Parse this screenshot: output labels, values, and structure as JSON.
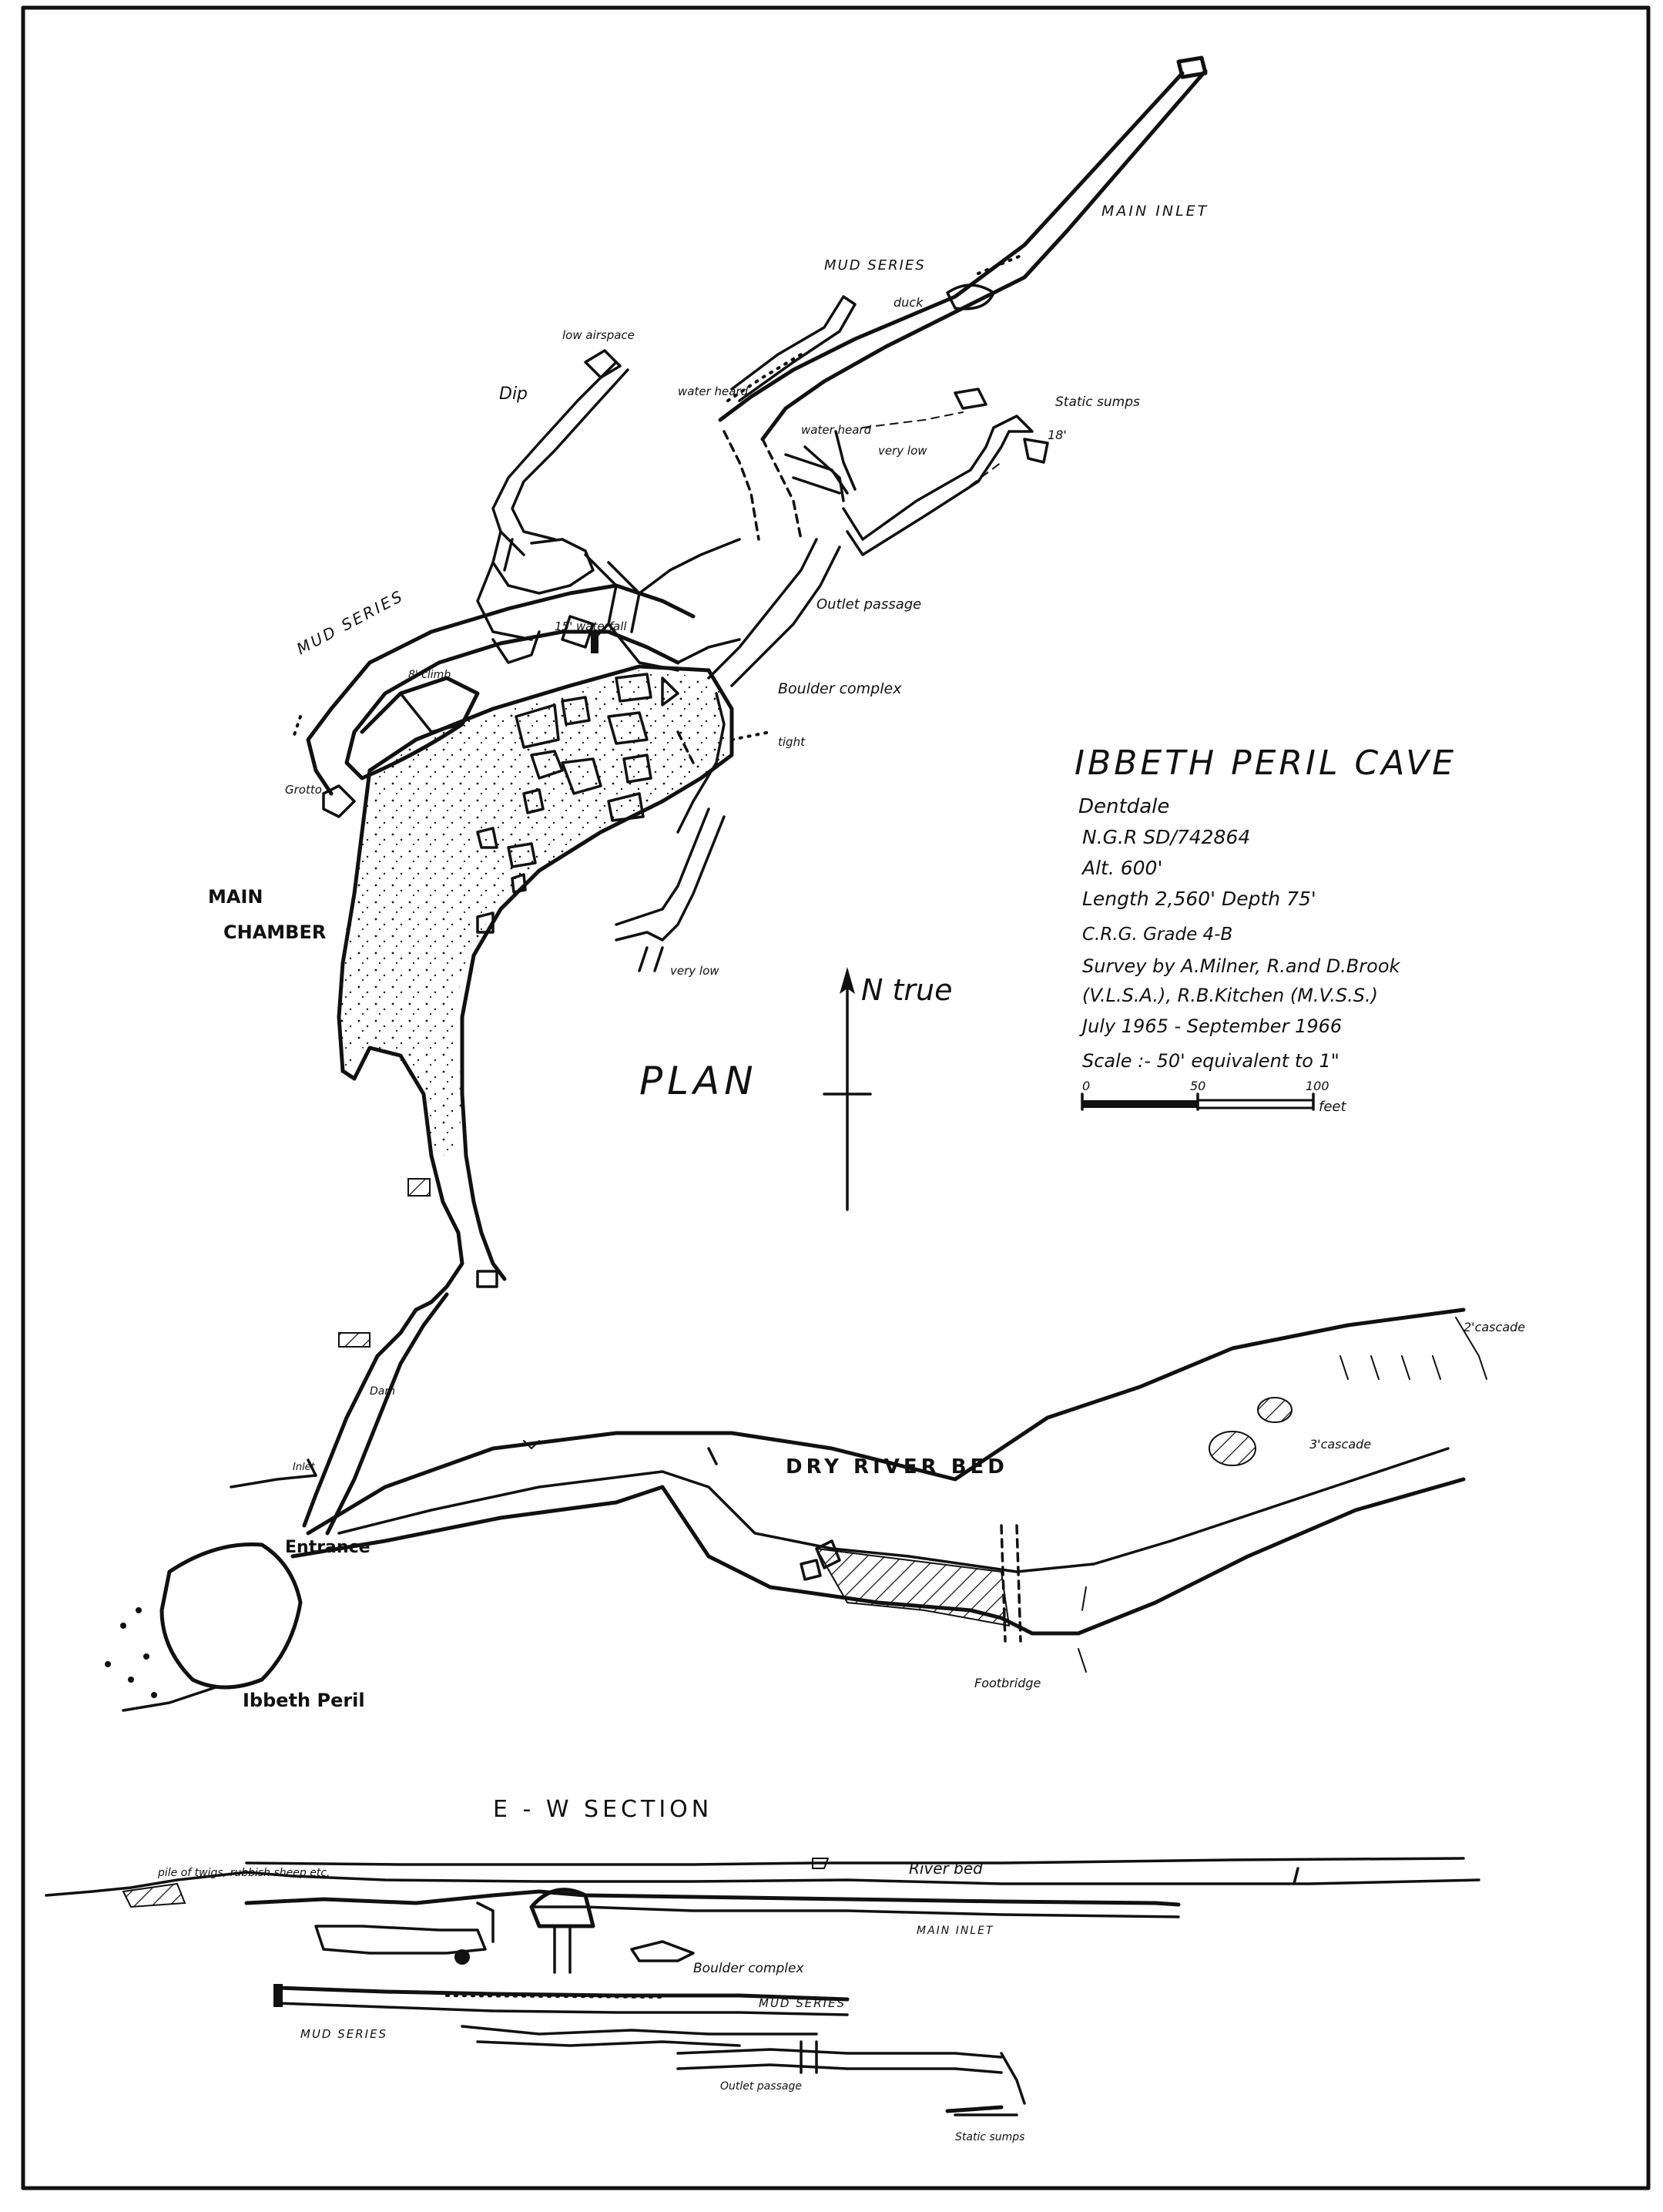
{
  "title_block": {
    "title": "IBBETH PERIL CAVE",
    "area": "Dentdale",
    "ngr": "N.G.R    SD/742864",
    "altitude": "Alt. 600'",
    "length_depth": "Length  2,560'     Depth  75'",
    "grade": "C.R.G. Grade 4-B",
    "survey_line1": "Survey by   A.Milner, R.and D.Brook",
    "survey_line2": "(V.L.S.A.),  R.B.Kitchen  (M.V.S.S.)",
    "dates": "July 1965 - September 1966",
    "scale_text": "Scale :-   50' equivalent to 1\"",
    "scale_ticks": [
      "0",
      "50",
      "100"
    ],
    "scale_unit": "feet"
  },
  "plan": {
    "heading": "PLAN",
    "north_label": "N true",
    "labels": {
      "main_inlet": "MAIN INLET",
      "mud_series_top": "MUD SERIES",
      "duck": "duck",
      "low_airspace": "low airspace",
      "dip": "Dip",
      "water_heard_1": "water heard",
      "water_heard_2": "water heard",
      "very_low_1": "very low",
      "static_sumps": "Static sumps",
      "depth_18": "18'",
      "mud_series_left": "MUD SERIES",
      "outlet_passage": "Outlet passage",
      "waterfall": "15' waterfall",
      "climb": "8' climb",
      "boulder_complex": "Boulder complex",
      "tight": "tight",
      "grotto": "Grotto",
      "main_chamber_1": "MAIN",
      "main_chamber_2": "CHAMBER",
      "very_low_2": "very low",
      "dam": "Dam",
      "inlet": "Inlet",
      "entrance": "Entrance",
      "ibbeth_peril": "Ibbeth Peril",
      "dry_river_bed": "DRY  RIVER  BED",
      "cascade_2": "2'cascade",
      "cascade_3": "3'cascade",
      "footbridge": "Footbridge"
    }
  },
  "section": {
    "heading": "E - W  SECTION",
    "labels": {
      "pile": "pile of twigs, rubbish sheep etc.",
      "river_bed": "River bed",
      "main_inlet": "MAIN INLET",
      "boulder_complex": "Boulder complex",
      "mud_series_right": "MUD SERIES",
      "mud_series_left": "MUD SERIES",
      "outlet_passage": "Outlet passage",
      "static_sumps": "Static sumps"
    }
  },
  "colors": {
    "ink": "#111111",
    "paper": "#ffffff"
  }
}
